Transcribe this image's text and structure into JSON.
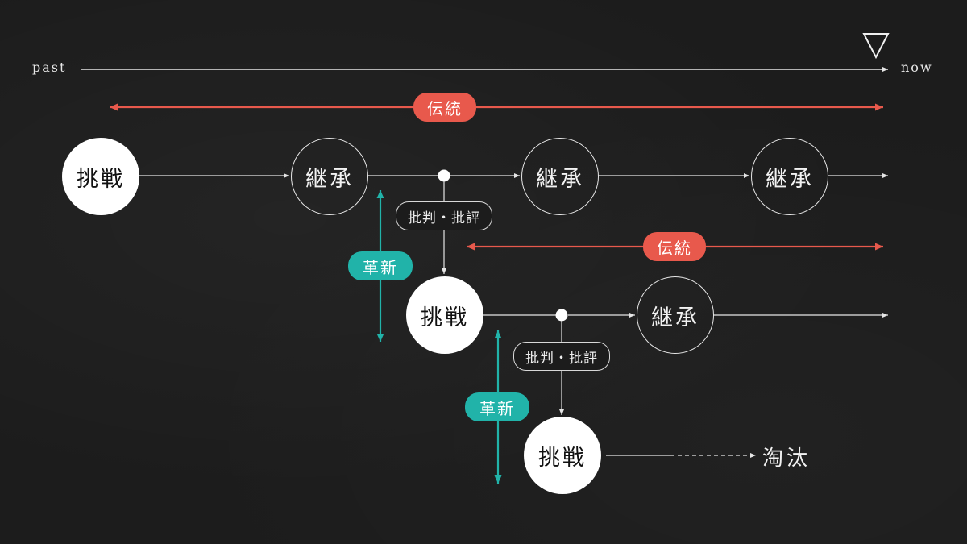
{
  "timeline": {
    "start_label": "past",
    "end_label": "now",
    "marker_icon": "triangle-down-icon"
  },
  "colors": {
    "tradition": "#e8594c",
    "innovation": "#21b3a9",
    "line": "#e6e6e6",
    "background": "#1c1c1c"
  },
  "labels": {
    "tradition": "伝統",
    "innovation": "革新",
    "critique": "批判・批評",
    "challenge": "挑戦",
    "inheritance": "継承",
    "elimination": "淘汰"
  }
}
